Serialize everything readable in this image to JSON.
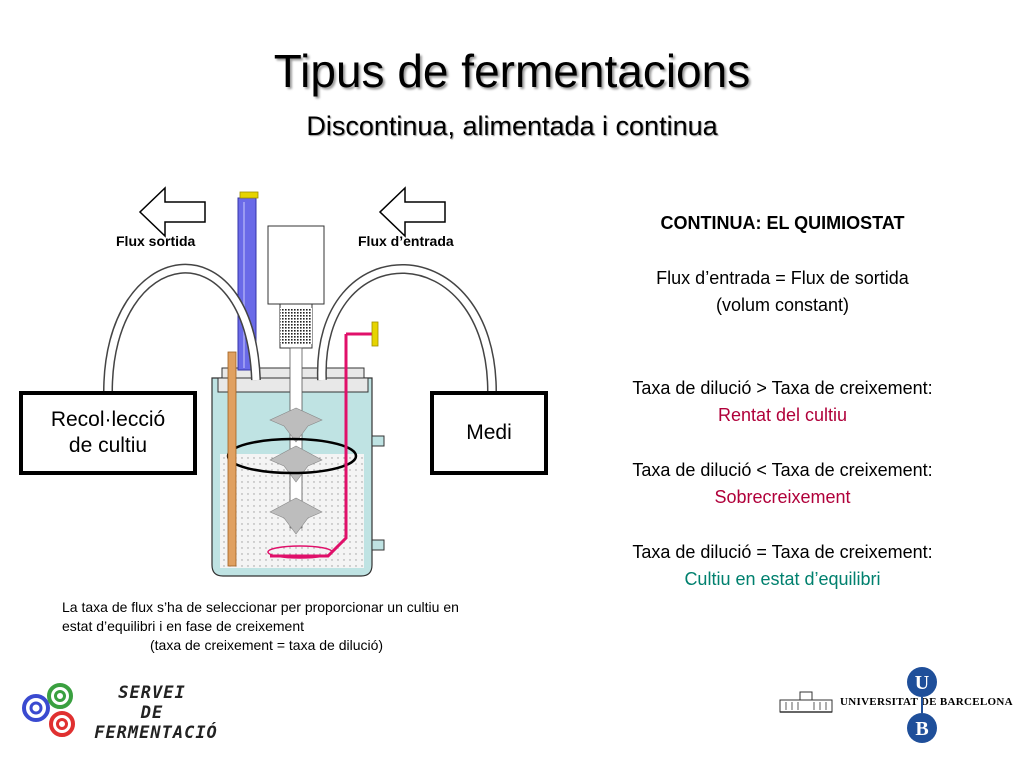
{
  "title": "Tipus de fermentacions",
  "subtitle": "Discontinua, alimentada i continua",
  "diagram": {
    "flux_out_label": "Flux sortida",
    "flux_in_label": "Flux d’entrada",
    "collection_box": "Recol·lecció de cultiu",
    "medium_box": "Medi"
  },
  "right_panel": {
    "heading": "CONTINUA: EL QUIMIOSTAT",
    "line1": "Flux d’entrada  = Flux de sortida",
    "line2": "(volum constant)",
    "case1_condition": "Taxa de dilució > Taxa de creixement:",
    "case1_result": "Rentat del cultiu",
    "case2_condition": "Taxa de dilució < Taxa de creixement:",
    "case2_result": "Sobrecreixement",
    "case3_condition": "Taxa de dilució = Taxa de creixement:",
    "case3_result": "Cultiu en estat d’equilibri"
  },
  "note": {
    "line1": "La taxa de flux s’ha de seleccionar per proporcionar un cultiu en",
    "line2": "estat d’equilibri i en fase de creixement",
    "line3": "(taxa de creixement = taxa de dilució)"
  },
  "logos": {
    "servei_line1": "SERVEI",
    "servei_line2": "DE",
    "servei_line3": "FERMENTACIÓ",
    "ub_letter_u": "U",
    "ub_letter_b": "B",
    "ub_name": "UNIVERSITAT DE BARCELONA"
  },
  "colors": {
    "result_red": "#b0003a",
    "result_teal": "#00806e",
    "vessel": "#bfe3e3",
    "probe_blue": "#6a6ae8",
    "tube_magenta": "#e0106a"
  }
}
